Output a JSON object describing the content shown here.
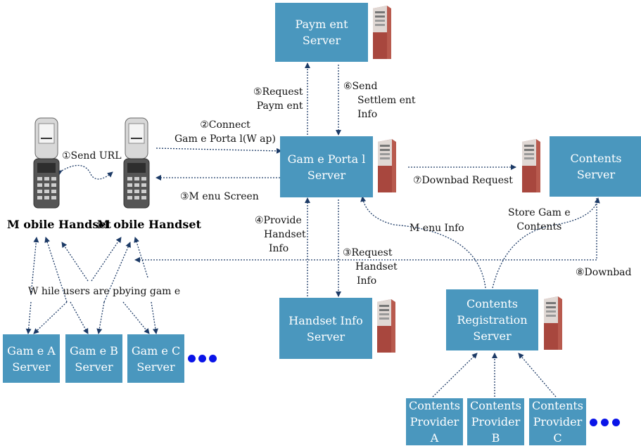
{
  "boxes": {
    "payment": [
      "Paym ent",
      "Server"
    ],
    "game_portal": [
      "Gam e Porta l",
      "Server"
    ],
    "contents": [
      "Contents",
      "Server"
    ],
    "handset_info": [
      "Handset Info",
      "Server"
    ],
    "registration": [
      "Contents",
      "Registration",
      "Server"
    ],
    "game_a": [
      "Gam e A",
      "Server"
    ],
    "game_b": [
      "Gam e B",
      "Server"
    ],
    "game_c": [
      "Gam e C",
      "Server"
    ],
    "provider_a": [
      "Contents",
      "Provider A"
    ],
    "provider_b": [
      "Contents",
      "Provider B"
    ],
    "provider_c": [
      "Contents",
      "Provider C"
    ]
  },
  "labels": {
    "send_url": "①Send URL",
    "connect": [
      "②Connect",
      "Gam e Porta l(W ap)"
    ],
    "menu_screen": "③M enu Screen",
    "request_handset": [
      "③Request",
      "Handset",
      "Info"
    ],
    "provide_handset": [
      "④Provide",
      "Handset",
      "Info"
    ],
    "request_payment": [
      "⑤Request",
      "Paym ent"
    ],
    "send_settlement": [
      "⑥Send",
      "Settlem ent",
      "Info"
    ],
    "download_request": "⑦Downbad Request",
    "download": "⑧Downbad",
    "menu_info": "M enu Info",
    "store_game": [
      "Store Gam e",
      "Contents"
    ],
    "while_playing": "W hile users are pbying gam e",
    "mobile_1": "M obile Handset",
    "mobile_2": "M obile Handset"
  },
  "colors": {
    "box_fill": "#4a97be",
    "arrow": "#1c3a66",
    "ellipsis_dots": "#0a14e8",
    "server_body": "#a8473e"
  },
  "icons": [
    "server-tower-icon",
    "mobile-handset-icon",
    "ellipsis-dots"
  ]
}
